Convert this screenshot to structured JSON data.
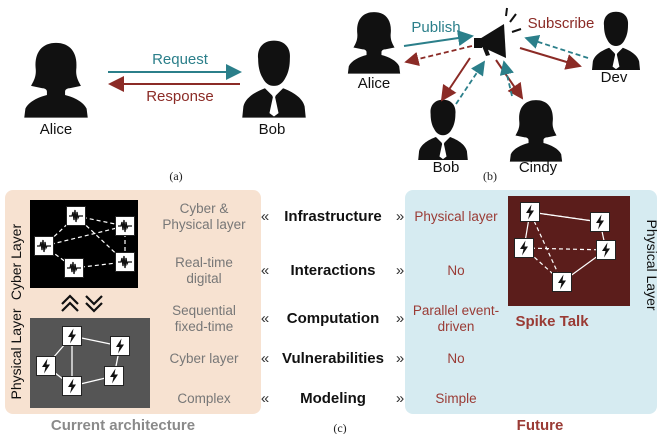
{
  "diagram": {
    "panel_a": {
      "caption": "(a)",
      "person_left": "Alice",
      "person_right": "Bob",
      "arrow_top": "Request",
      "arrow_bottom": "Response"
    },
    "panel_b": {
      "caption": "(b)",
      "publisher": "Alice",
      "publish_label": "Publish",
      "subscribe_label": "Subscribe",
      "subscribers": [
        "Dev",
        "Bob",
        "Cindy"
      ]
    },
    "panel_c": {
      "caption": "(c)",
      "left_side_top": "Cyber Layer",
      "left_side_bottom": "Physical Layer",
      "right_side": "Physical Layer",
      "spike_talk": "Spike Talk",
      "current_title": "Current architecture",
      "future_title": "Future",
      "rows": [
        {
          "current": [
            "Cyber &",
            "Physical layer"
          ],
          "category": "Infrastructure",
          "future": [
            "Physical layer"
          ]
        },
        {
          "current": [
            "Real-time",
            "digital"
          ],
          "category": "Interactions",
          "future": [
            "No"
          ]
        },
        {
          "current": [
            "Sequential",
            "fixed-time"
          ],
          "category": "Computation",
          "future": [
            "Parallel event-",
            "driven"
          ]
        },
        {
          "current": [
            "Cyber layer"
          ],
          "category": "Vulnerabilities",
          "future": [
            "No"
          ]
        },
        {
          "current": [
            "Complex"
          ],
          "category": "Modeling",
          "future": [
            "Simple"
          ]
        }
      ],
      "bracket_left": "«",
      "bracket_right": "»"
    },
    "colors": {
      "teal": "#2b7f8a",
      "red": "#8b2b26",
      "current_bg": "#f7e2d1",
      "future_bg": "#d6ebf1",
      "spike_bg": "#5b1d1b"
    }
  }
}
